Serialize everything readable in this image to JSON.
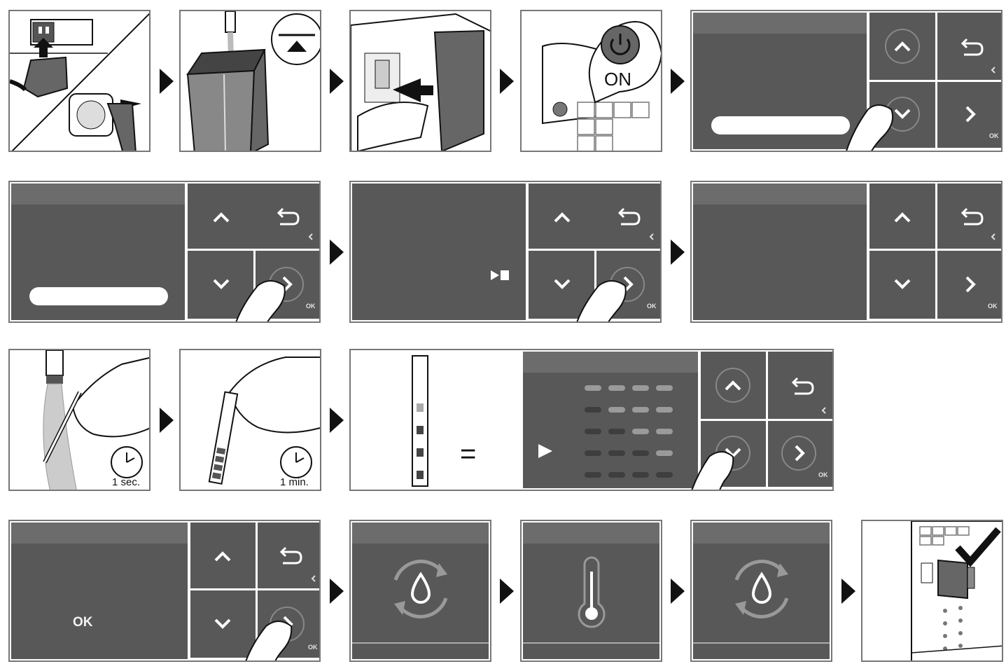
{
  "power_panel": {
    "label": "ON"
  },
  "timers": {
    "rinse": "1 sec.",
    "wait": "1 min."
  },
  "strip_panel": {
    "equals": "="
  },
  "confirm_lcd": {
    "text": "OK"
  },
  "ok_key_label": "OK",
  "icons": {
    "up": "chevron-up-icon",
    "down": "chevron-down-icon",
    "back": "back-arrow-icon",
    "next": "chevron-right-icon",
    "play_stop": "play-stop-icon",
    "play": "play-icon",
    "water_drop": "water-drop-icon",
    "thermometer": "thermometer-icon",
    "checkmark": "checkmark-icon"
  },
  "colors": {
    "lcd": "#585858",
    "lcd_header": "#6c6c6c",
    "line": "#111111"
  }
}
